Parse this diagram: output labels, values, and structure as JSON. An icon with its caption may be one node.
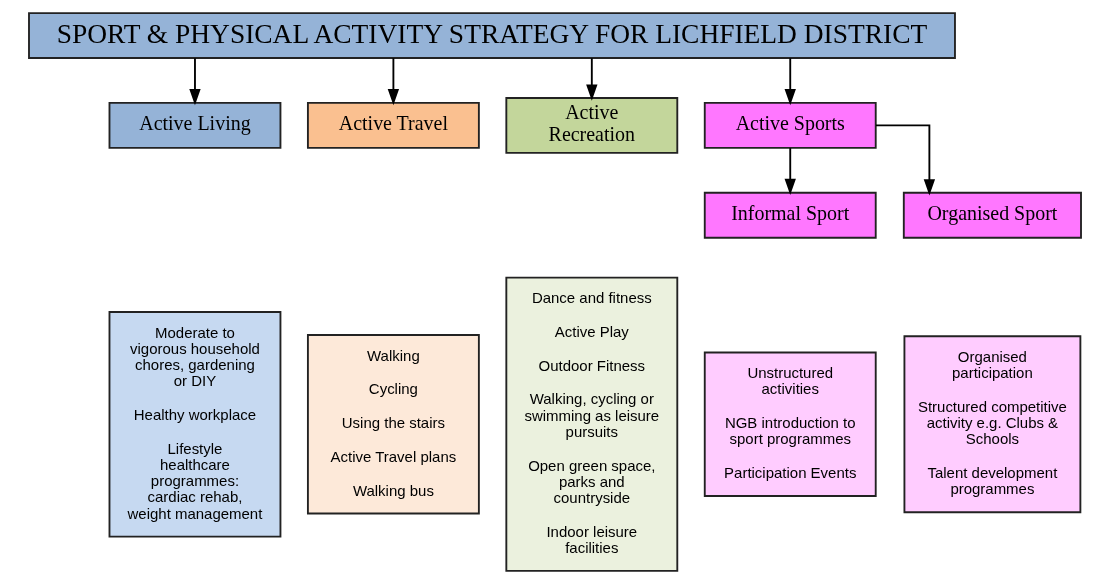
{
  "diagram": {
    "nodes": [
      {
        "text": [
          "SPORT & PHYSICAL ACTIVITY STRATEGY FOR LICHFIELD DISTRICT"
        ]
      },
      {
        "text": [
          "Active Living"
        ]
      },
      {
        "text": [
          "Active Travel"
        ]
      },
      {
        "text": [
          "Active Recreation"
        ]
      },
      {
        "text": [
          "Active Sports"
        ]
      },
      {
        "text": [
          "Informal Sport"
        ]
      },
      {
        "text": [
          "Organised Sport"
        ]
      },
      {
        "text": [
          "Moderate to vigorous household chores, gardening or DIY",
          "Healthy workplace",
          "Lifestyle healthcare programmes: cardiac rehab, weight management"
        ]
      },
      {
        "text": [
          "Walking",
          "Cycling",
          "Using the stairs",
          "Active Travel plans",
          "Walking bus"
        ]
      },
      {
        "text": [
          "Dance and fitness",
          "Active Play",
          "Outdoor Fitness",
          "Walking, cycling or swimming as leisure pursuits",
          "Open green space, parks and countryside",
          "Indoor leisure facilities"
        ]
      },
      {
        "text": [
          "Unstructured activities",
          "NGB introduction to sport programmes",
          "Participation Events"
        ]
      },
      {
        "text": [
          "Organised participation",
          "Structured competitive activity e.g. Clubs & Schools",
          "Talent development programmes"
        ]
      }
    ],
    "edges": [
      {
        "from": 0,
        "to": 1,
        "arrow": "to"
      },
      {
        "from": 0,
        "to": 2,
        "arrow": "to"
      },
      {
        "from": 0,
        "to": 3,
        "arrow": "to"
      },
      {
        "from": 0,
        "to": 4,
        "arrow": "to"
      },
      {
        "from": 4,
        "to": 5,
        "arrow": "to"
      },
      {
        "from": 4,
        "to": 6,
        "arrow": "to"
      }
    ]
  }
}
